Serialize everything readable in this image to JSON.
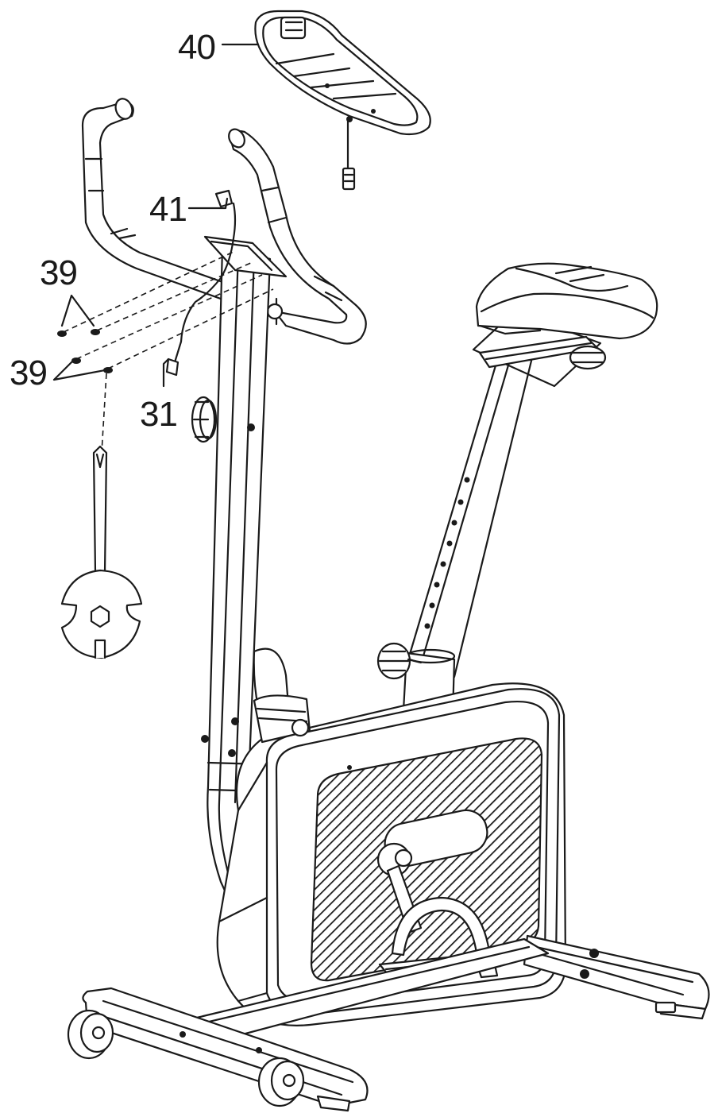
{
  "diagram": {
    "callouts": [
      {
        "id": "part-40",
        "label": "40"
      },
      {
        "id": "part-41",
        "label": "41"
      },
      {
        "id": "part-39-upper",
        "label": "39"
      },
      {
        "id": "part-39-lower",
        "label": "39"
      },
      {
        "id": "part-31",
        "label": "31"
      }
    ],
    "colors": {
      "line": "#1a1a1a",
      "background": "#ffffff"
    }
  }
}
